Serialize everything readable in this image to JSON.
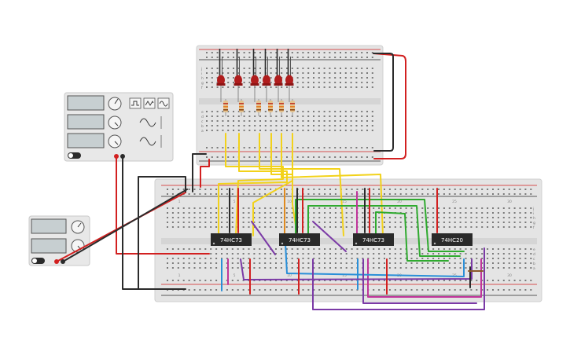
{
  "chips": [
    {
      "id": "u1",
      "label": "74HC73"
    },
    {
      "id": "u2",
      "label": "74HC73"
    },
    {
      "id": "u3",
      "label": "74HC73"
    },
    {
      "id": "u4",
      "label": "74HC20"
    }
  ],
  "led_count": 6,
  "resistor_count": 6,
  "function_generator": {
    "waveforms": [
      "square",
      "triangle",
      "sine"
    ]
  },
  "breadboard": {
    "column_numbers": [
      "1",
      "5",
      "10",
      "15",
      "20",
      "25",
      "30"
    ],
    "row_letters_top": [
      "j",
      "i",
      "h",
      "g",
      "f"
    ],
    "row_letters_bottom": [
      "e",
      "d",
      "c",
      "b",
      "a"
    ]
  },
  "colors": {
    "red_wire": "#d22020",
    "black_wire": "#2b2b2b",
    "yellow_wire": "#f2d21b",
    "green_wire": "#2faa2f",
    "blue_wire": "#2a8fd8",
    "purple_wire": "#7b3aa6",
    "magenta_wire": "#c0359b",
    "orange_wire": "#e08a1e",
    "led": "#b01d1d",
    "board": "#e6e6e6",
    "chip": "#2a2a2a"
  }
}
